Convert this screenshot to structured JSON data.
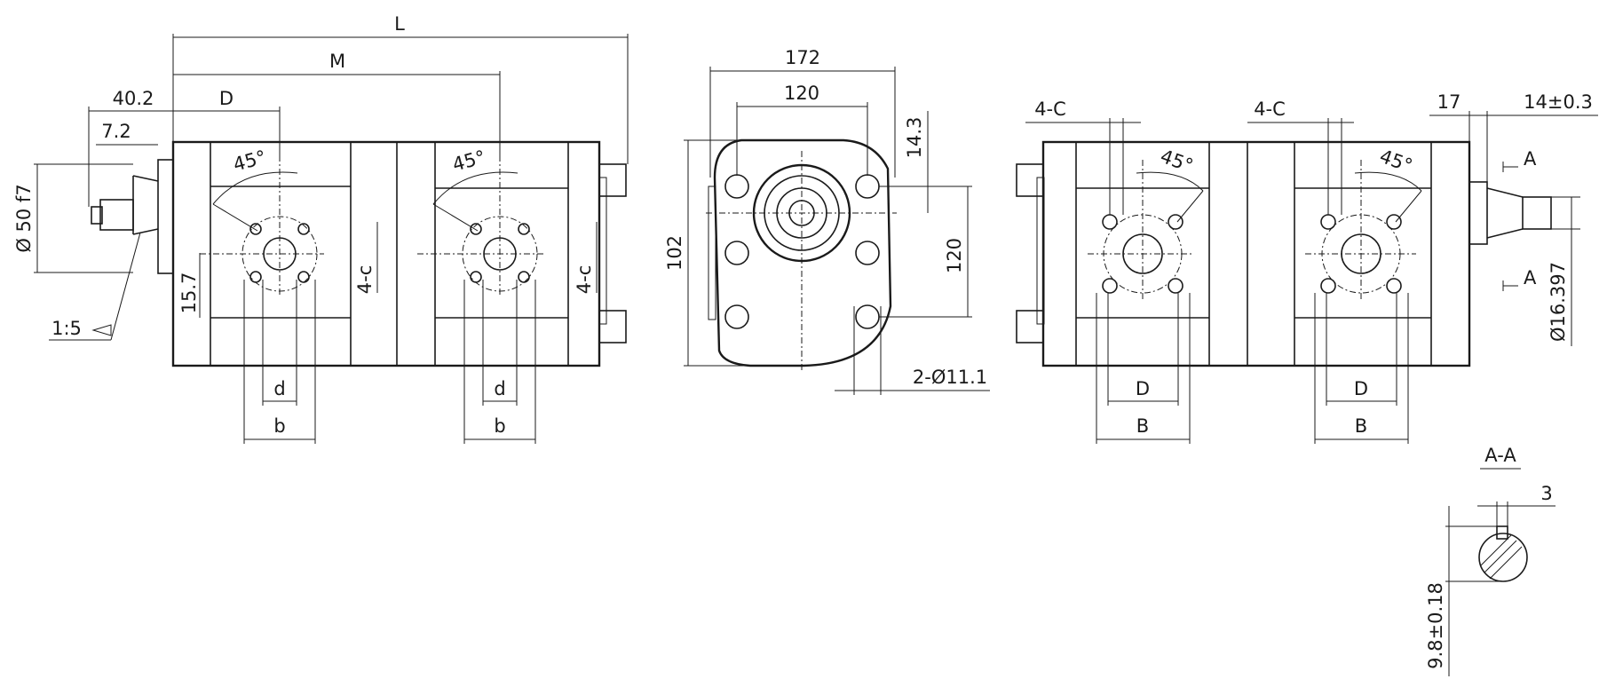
{
  "labels": {
    "L": "L",
    "M": "M",
    "D": "D",
    "d": "d",
    "b": "b",
    "B": "B",
    "c4": "4-c",
    "C4": "4-C",
    "dim_40_2": "40.2",
    "dim_7_2": "7.2",
    "dim_15_7": "15.7",
    "dia_50f7": "Ø 50 f7",
    "taper": "1:5",
    "angle": "45°",
    "dim_172": "172",
    "dim_120": "120",
    "dim_14_3": "14.3",
    "dim_102": "102",
    "dim_2_holes": "2-Ø11.1",
    "dim_17": "17",
    "dim_14_03": "14±0.3",
    "dia_16_397": "Ø16.397",
    "sec_A": "A",
    "section_AA": "A-A",
    "dim_3": "3",
    "dim_9_8": "9.8±0.18"
  },
  "colors": {
    "line": "#1a1a1a",
    "background": "#ffffff"
  }
}
